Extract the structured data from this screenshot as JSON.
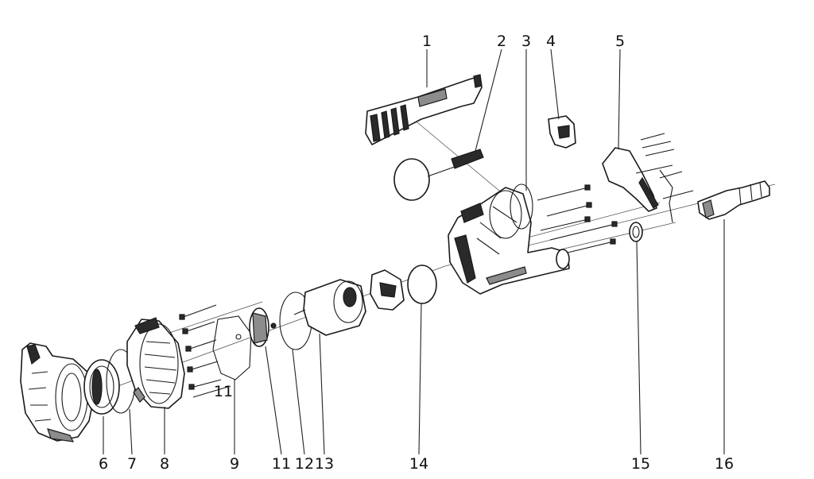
{
  "callouts": [
    "1",
    "2",
    "3",
    "4",
    "5",
    "6",
    "7",
    "8",
    "9",
    "11",
    "11",
    "12",
    "13",
    "14",
    "15",
    "16"
  ],
  "colors": {
    "ink": "#1a1a1a",
    "background": "#ffffff",
    "shade": "#8c8c8c"
  }
}
